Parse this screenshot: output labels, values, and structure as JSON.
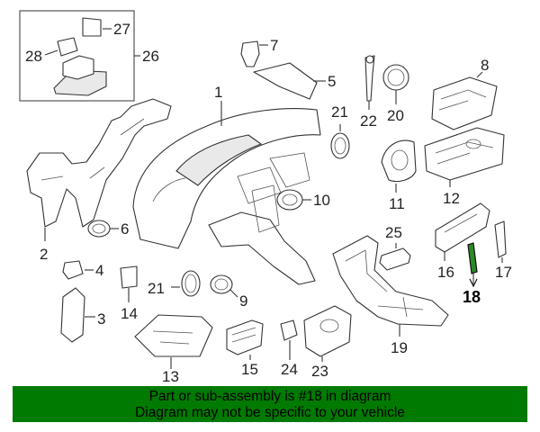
{
  "diagram": {
    "callouts": [
      {
        "id": "c1",
        "label": "1"
      },
      {
        "id": "c2",
        "label": "2"
      },
      {
        "id": "c3",
        "label": "3"
      },
      {
        "id": "c4",
        "label": "4"
      },
      {
        "id": "c5",
        "label": "5"
      },
      {
        "id": "c6",
        "label": "6"
      },
      {
        "id": "c7",
        "label": "7"
      },
      {
        "id": "c8",
        "label": "8"
      },
      {
        "id": "c9",
        "label": "9"
      },
      {
        "id": "c10",
        "label": "10"
      },
      {
        "id": "c11",
        "label": "11"
      },
      {
        "id": "c12",
        "label": "12"
      },
      {
        "id": "c13",
        "label": "13"
      },
      {
        "id": "c14",
        "label": "14"
      },
      {
        "id": "c15",
        "label": "15"
      },
      {
        "id": "c16",
        "label": "16"
      },
      {
        "id": "c17",
        "label": "17"
      },
      {
        "id": "c18",
        "label": "18"
      },
      {
        "id": "c19",
        "label": "19"
      },
      {
        "id": "c20",
        "label": "20"
      },
      {
        "id": "c21a",
        "label": "21"
      },
      {
        "id": "c21b",
        "label": "21"
      },
      {
        "id": "c22",
        "label": "22"
      },
      {
        "id": "c23",
        "label": "23"
      },
      {
        "id": "c24",
        "label": "24"
      },
      {
        "id": "c25",
        "label": "25"
      },
      {
        "id": "c26",
        "label": "26"
      },
      {
        "id": "c27",
        "label": "27"
      },
      {
        "id": "c28",
        "label": "28"
      }
    ],
    "highlighted_part": "18",
    "highlight_color": "#2a8a26"
  },
  "banner": {
    "line1": "Part or sub-assembly is #18 in diagram",
    "line2": "Diagram may not be specific to your vehicle",
    "background": "#007a00"
  }
}
